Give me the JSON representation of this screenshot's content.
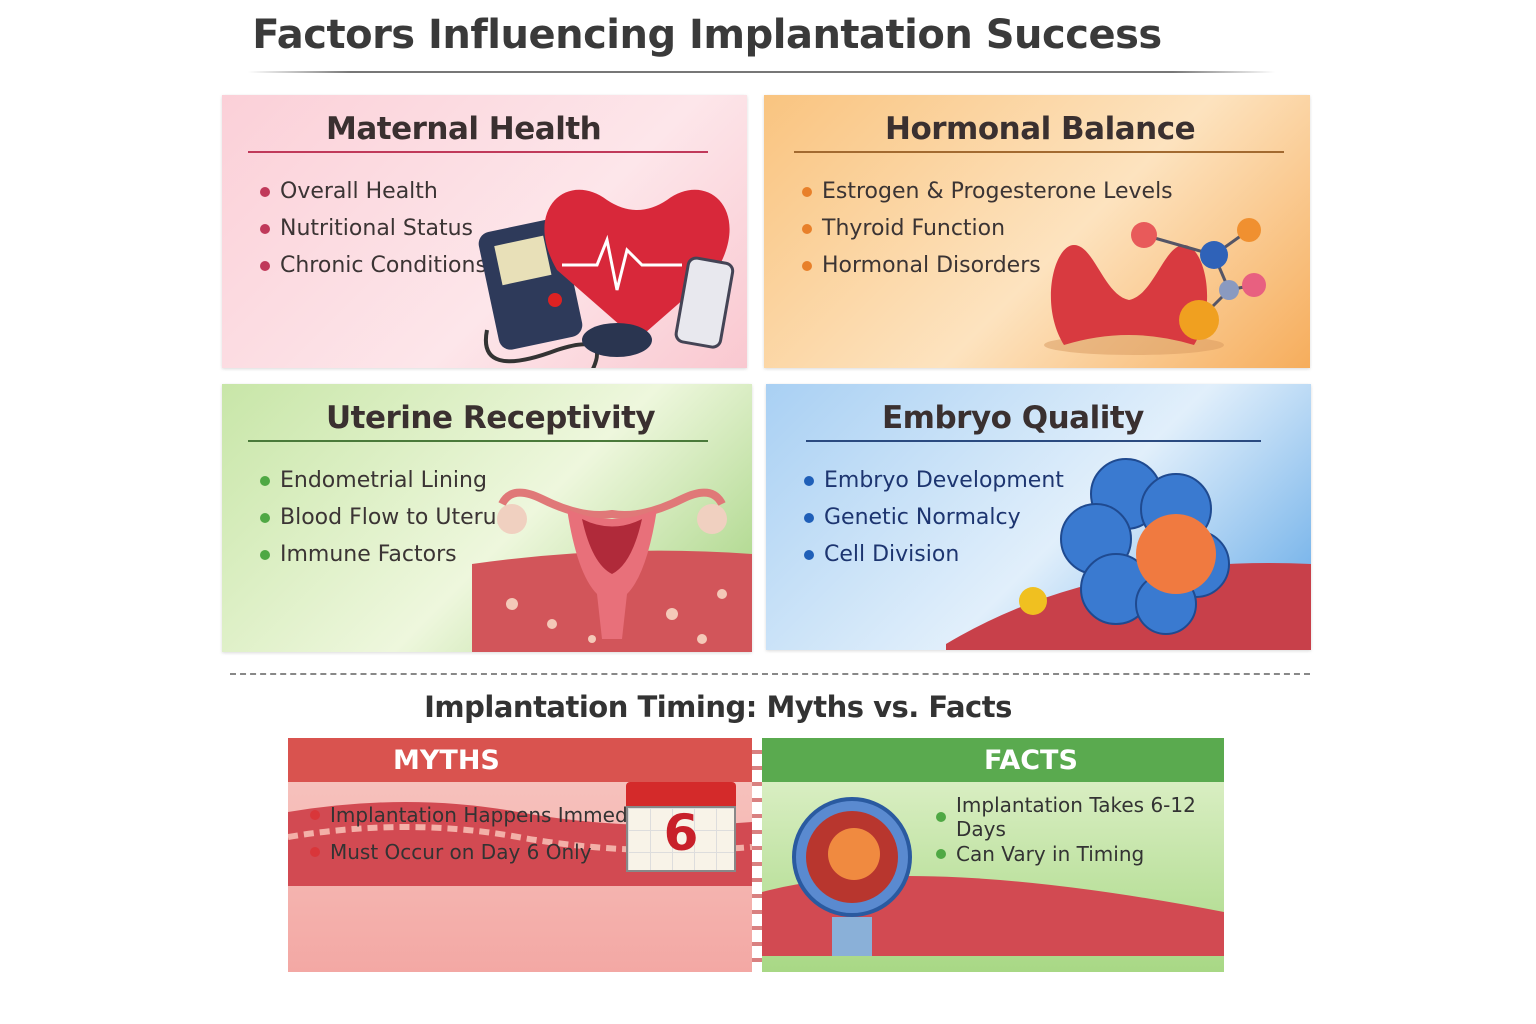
{
  "title": "Factors Influencing Implantation Success",
  "cards": [
    {
      "title": "Maternal Health",
      "items": [
        "Overall Health",
        "Nutritional Status",
        "Chronic Conditions"
      ],
      "color": "#c0395a"
    },
    {
      "title": "Hormonal Balance",
      "items": [
        "Estrogen & Progesterone Levels",
        "Thyroid Function",
        "Hormonal Disorders"
      ],
      "color": "#e8802a"
    },
    {
      "title": "Uterine Receptivity",
      "items": [
        "Endometrial Lining",
        "Blood Flow to Uterus",
        "Immune Factors"
      ],
      "color": "#4fa844"
    },
    {
      "title": "Embryo Quality",
      "items": [
        "Embryo Development",
        "Genetic Normalcy",
        "Cell Division"
      ],
      "color": "#1f5fb8"
    }
  ],
  "timing": {
    "title": "Implantation Timing: Myths vs. Facts",
    "myths": {
      "label": "MYTHS",
      "items": [
        "Implantation Happens Immediately",
        "Must Occur on Day 6 Only"
      ],
      "calendar_day": "6"
    },
    "facts": {
      "label": "FACTS",
      "items": [
        "Implantation Takes 6-12 Days",
        "Can Vary in Timing"
      ]
    }
  }
}
